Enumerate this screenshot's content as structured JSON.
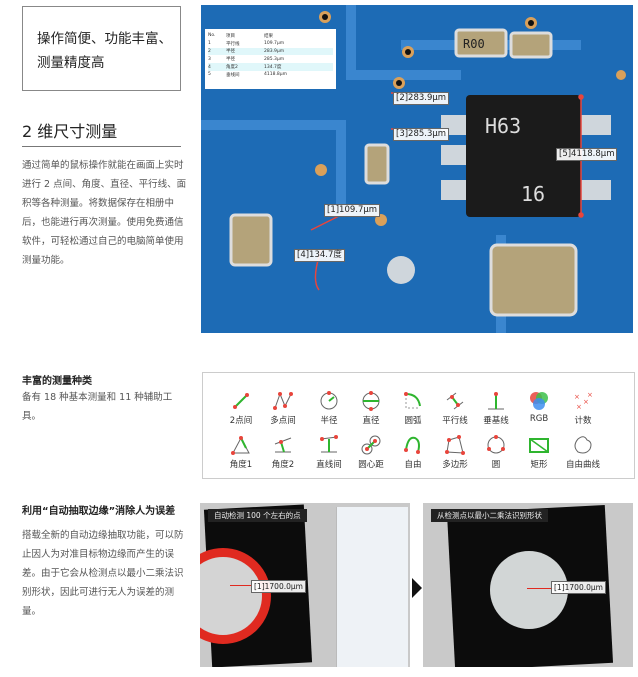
{
  "hero": {
    "title_line1": "操作简便、功能丰富、",
    "title_line2": "测量精度高"
  },
  "section1": {
    "title": "2 维尺寸测量",
    "body": "通过简单的鼠标操作就能在画面上实时进行 2 点间、角度、直径、平行线、面积等各种测量。将数据保存在相册中后，也能进行再次测量。使用免费通信软件，可轻松通过自己的电脑简单使用测量功能。"
  },
  "pcb": {
    "table": {
      "headers": [
        "No.",
        "项目",
        "结果"
      ],
      "rows": [
        [
          "1",
          "平行线",
          "109.7μm"
        ],
        [
          "2",
          "半径",
          "283.9μm"
        ],
        [
          "3",
          "半径",
          "285.3μm"
        ],
        [
          "4",
          "角度2",
          "134.7度"
        ],
        [
          "5",
          "垂线间",
          "4118.8μm"
        ]
      ]
    },
    "labels": [
      "[2]283.9μm",
      "[3]285.3μm",
      "[5]4118.8μm",
      "[1]109.7μm",
      "[4]134.7度"
    ],
    "chip_top": "H63",
    "chip_bottom": "16",
    "resistor": "R00"
  },
  "section2": {
    "title": "丰富的测量种类",
    "body": "备有 18 种基本测量和 11 种辅助工具。"
  },
  "tools": [
    "2点间",
    "多点间",
    "半径",
    "直径",
    "圆弧",
    "平行线",
    "垂基线",
    "RGB",
    "计数",
    "角度1",
    "角度2",
    "直线间",
    "圆心距",
    "自由",
    "多边形",
    "圆",
    "矩形",
    "自由曲线"
  ],
  "section3": {
    "title": "利用“自动抽取边缘”消除人为误差",
    "body": "搭载全新的自动边缘抽取功能，可以防止因人为对准目标物边缘而产生的误差。由于它会从检测点以最小二乘法识别形状，因此可进行无人为误差的测量。"
  },
  "photos": {
    "left_caption": "自动检测 100 个左右的点",
    "left_label": "[1]1700.0μm",
    "right_caption": "从检测点以最小二乘法识别形状",
    "right_label": "[1]1700.0μm"
  },
  "colors": {
    "accent_green": "#2fb52f",
    "point_red": "#e8453c",
    "pcb_blue": "#1d6bb5"
  }
}
